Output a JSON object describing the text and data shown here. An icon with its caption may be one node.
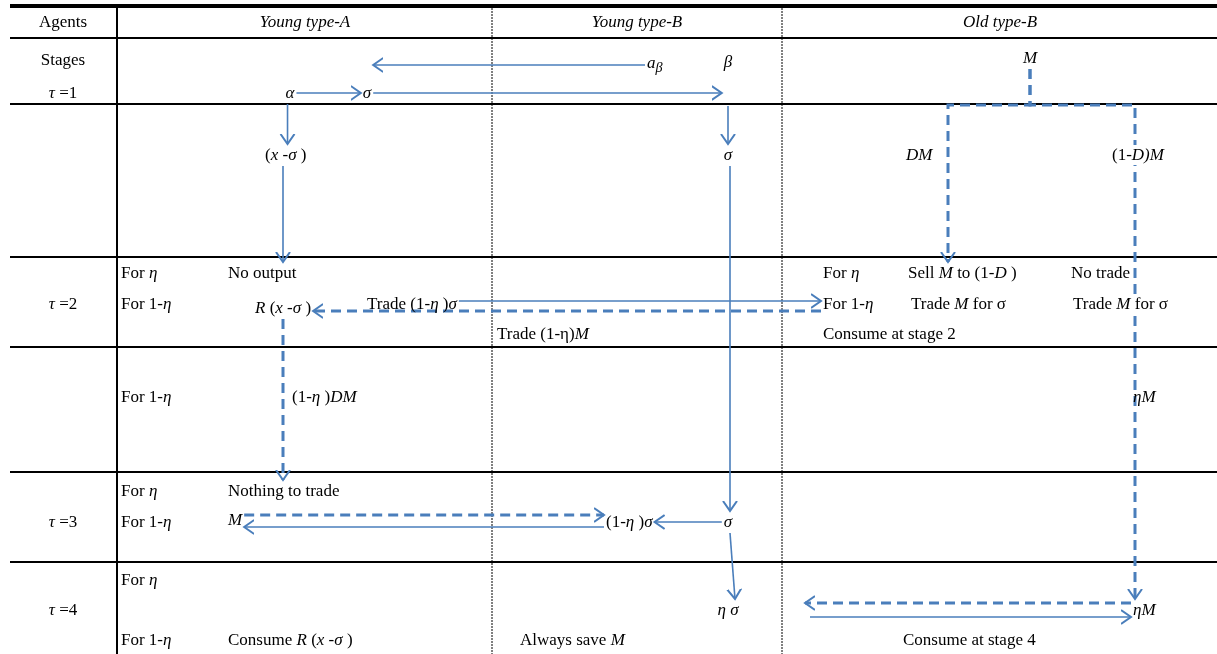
{
  "diagram": {
    "nodes": [
      {
        "text": [
          "α"
        ]
      },
      {
        "text": [
          "σ"
        ]
      },
      {
        "text": [
          "a$_{β}$"
        ]
      },
      {
        "text": [
          "β"
        ]
      },
      {
        "text": [
          "σ"
        ]
      },
      {
        "text": [
          "(*x* -*σ* )"
        ]
      },
      {
        "text": [
          "M"
        ]
      },
      {
        "text": [
          "No output"
        ]
      },
      {
        "text": [
          "*R* (*x* -*σ* )"
        ]
      },
      {
        "text": [
          "Trade (1-*η* )*σ*"
        ]
      },
      {
        "text": [
          "For 1-*η*"
        ]
      },
      {
        "text": [
          "Sell *M* to (1-*D* )"
        ]
      },
      {
        "text": [
          "Nothing to trade"
        ]
      },
      {
        "text": [
          "M"
        ]
      },
      {
        "text": [
          "(1-*η* )*σ*"
        ]
      },
      {
        "text": [
          "σ"
        ]
      },
      {
        "text": [
          "η σ"
        ]
      },
      {
        "text": [
          "ηM"
        ]
      }
    ],
    "edges": [
      {
        "from": 2,
        "to": 1,
        "arrow": "to"
      },
      {
        "from": 0,
        "to": 1,
        "arrow": "to"
      },
      {
        "from": 1,
        "to": 3,
        "arrow": "to"
      },
      {
        "from": null,
        "to": 4,
        "arrow": "to"
      },
      {
        "from": 0,
        "to": 5,
        "arrow": "to"
      },
      {
        "from": 5,
        "to": 7,
        "arrow": "to"
      },
      {
        "from": 4,
        "to": 15,
        "arrow": "to"
      },
      {
        "from": 9,
        "to": 10,
        "arrow": "to"
      },
      {
        "from": 10,
        "to": 8,
        "arrow": "to",
        "style": "dashed"
      },
      {
        "from": 8,
        "to": 12,
        "arrow": "to",
        "style": "dashed"
      },
      {
        "from": 6,
        "to": 11,
        "arrow": "to",
        "style": "dashed"
      },
      {
        "from": 6,
        "to": 17,
        "arrow": "to",
        "style": "dashed"
      },
      {
        "from": 13,
        "to": 14,
        "arrow": "to",
        "style": "dashed"
      },
      {
        "from": 14,
        "to": 13,
        "arrow": "to"
      },
      {
        "from": 15,
        "to": 14,
        "arrow": "to"
      },
      {
        "from": 15,
        "to": 16,
        "arrow": "to"
      },
      {
        "from": 17,
        "to": null,
        "arrow": "to",
        "style": "dashed"
      },
      {
        "from": null,
        "to": 17,
        "arrow": "to"
      }
    ],
    "labels": [
      "Agents",
      "Young type-A",
      "Young type-B",
      "Old type-B",
      "Stages",
      "*τ* =1",
      "*τ* =2",
      "For *η*",
      "For 1-*η*",
      "For *η*",
      "No trade",
      "Trade *M* for σ",
      "Trade *M* for σ",
      "Trade (1-η)*M*",
      "Consume at stage 2",
      "DM",
      "(1-*D)M*",
      "For 1-*η*",
      "(1-*η* )*DM*",
      "ηM",
      "*τ* =3",
      "For *η*",
      "For 1-*η*",
      "*τ* =4",
      "For *η*",
      "For 1-*η*",
      "Consume *R* (*x* -*σ* )",
      "Always save *M*",
      "Consume at stage 4"
    ]
  }
}
